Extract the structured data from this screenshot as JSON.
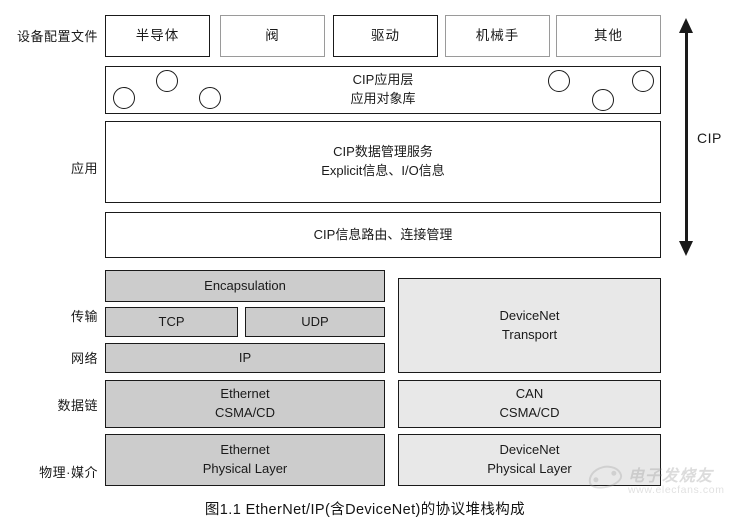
{
  "figure": {
    "caption": "图1.1 EtherNet/IP(含DeviceNet)的协议堆栈构成",
    "colors": {
      "line": "#1a1a1a",
      "soft_line": "#9a9a9a",
      "grey_dark": "#cccccc",
      "grey_light": "#e8e8e8",
      "background": "#ffffff"
    }
  },
  "row_labels": {
    "device_profile": "设备配置文件",
    "application": "应用",
    "transport": "传输",
    "network": "网络",
    "data_link": "数据链",
    "physical_media": "物理·媒介"
  },
  "device_profiles": [
    {
      "label": "半导体",
      "border": "dark"
    },
    {
      "label": "阀",
      "border": "soft"
    },
    {
      "label": "驱动",
      "border": "dark"
    },
    {
      "label": "机械手",
      "border": "soft"
    },
    {
      "label": "其他",
      "border": "soft"
    }
  ],
  "cip_stack": {
    "application_object_library": {
      "line1": "CIP应用层",
      "line2": "应用对象库",
      "object_circles": 6
    },
    "data_management": {
      "line1": "CIP数据管理服务",
      "line2": "Explicit信息、I/O信息"
    },
    "message_router": {
      "line1": "CIP信息路由、连接管理"
    }
  },
  "ethernet_column": {
    "encapsulation": {
      "label": "Encapsulation"
    },
    "tcp": {
      "label": "TCP"
    },
    "udp": {
      "label": "UDP"
    },
    "ip": {
      "label": "IP"
    },
    "data_link": {
      "line1": "Ethernet",
      "line2": "CSMA/CD"
    },
    "physical": {
      "line1": "Ethernet",
      "line2": "Physical Layer"
    }
  },
  "devicenet_column": {
    "transport": {
      "line1": "DeviceNet",
      "line2": "Transport"
    },
    "data_link": {
      "line1": "CAN",
      "line2": "CSMA/CD"
    },
    "physical": {
      "line1": "DeviceNet",
      "line2": "Physical Layer"
    }
  },
  "cip_scope_arrow": {
    "label": "CIP"
  },
  "watermark": {
    "text": "电子发烧友",
    "url": "www.elecfans.com"
  }
}
